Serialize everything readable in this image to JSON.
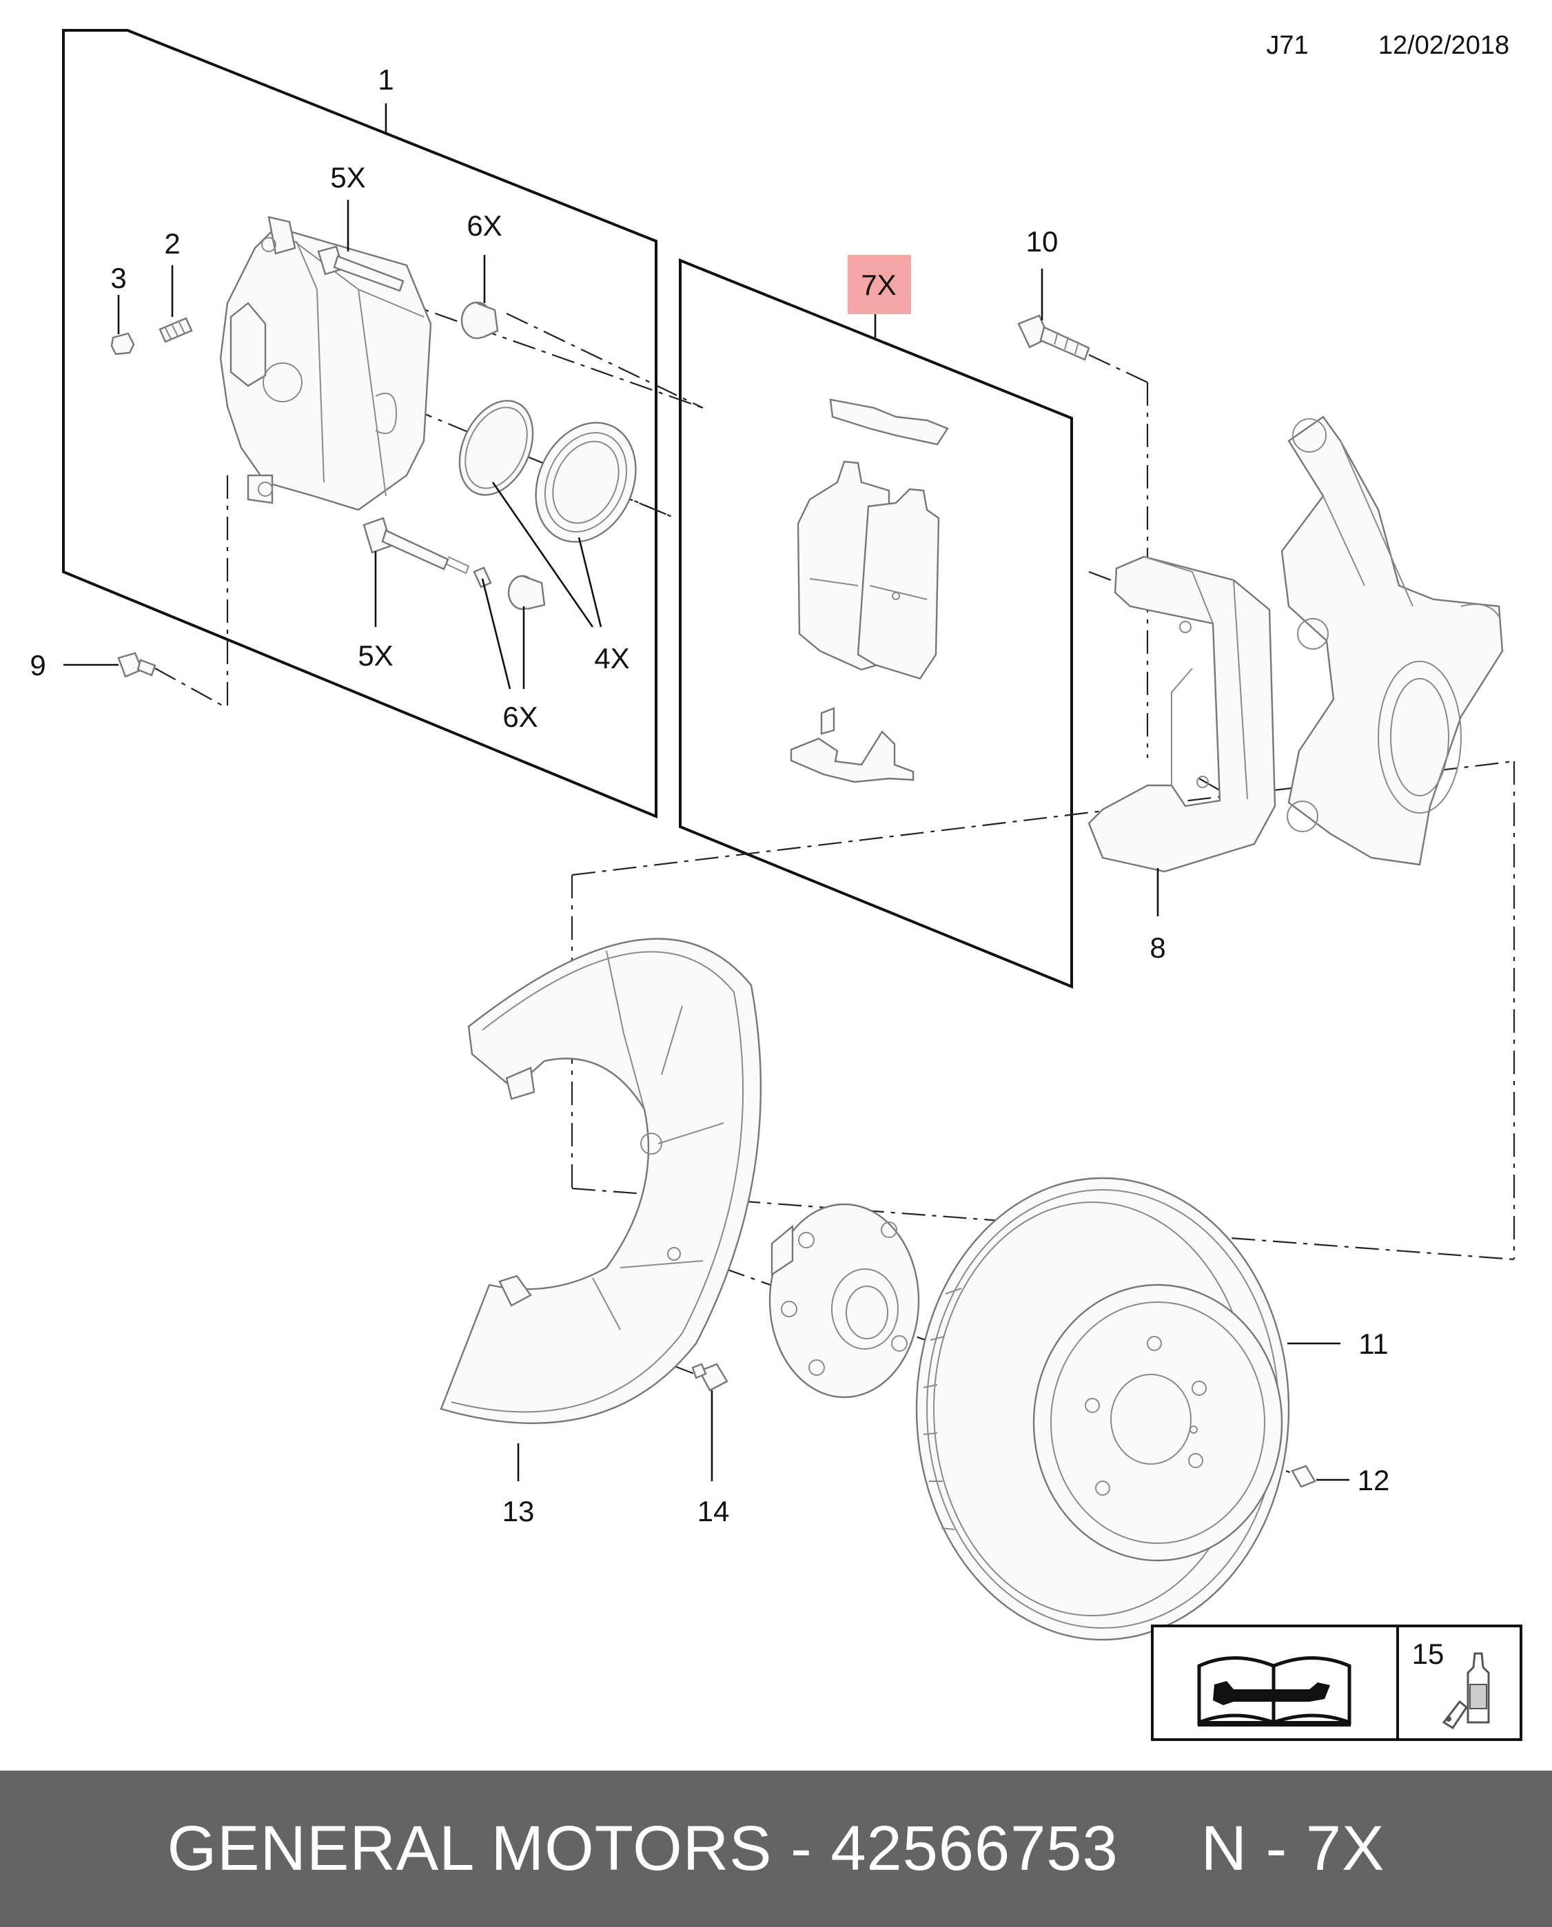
{
  "header": {
    "code": "J71",
    "date": "12/02/2018"
  },
  "callouts": {
    "c1": "1",
    "c2": "2",
    "c3": "3",
    "c5x_top": "5X",
    "c6x_top": "6X",
    "c7x": "7X",
    "c10": "10",
    "c9": "9",
    "c5x_bottom": "5X",
    "c6x_bottom": "6X",
    "c4x": "4X",
    "c8": "8",
    "c11": "11",
    "c12": "12",
    "c13": "13",
    "c14": "14",
    "c15": "15"
  },
  "colors": {
    "highlight": "#f4a6a6",
    "footer_bg": "#646464",
    "footer_text": "#ffffff"
  },
  "icons": {
    "manual": "repair-manual-icon",
    "adhesive": "threadlocker-bottle-icon"
  },
  "footer": {
    "brand": "GENERAL MOTORS",
    "separator": "-",
    "part_number": "42566753",
    "note": "N - 7X"
  }
}
